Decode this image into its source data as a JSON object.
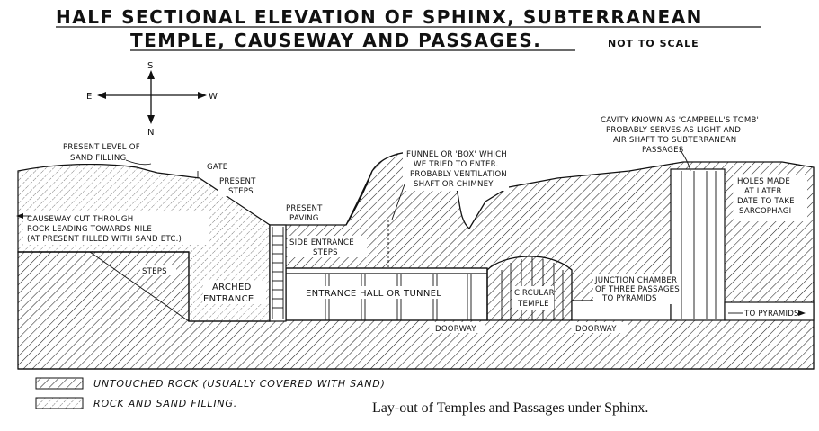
{
  "title": {
    "line1": "HALF SECTIONAL ELEVATION OF SPHINX, SUBTERRANEAN",
    "line2": "TEMPLE, CAUSEWAY AND PASSAGES.",
    "not_to_scale": "NOT TO SCALE"
  },
  "compass": {
    "n": "N",
    "s": "S",
    "e": "E",
    "w": "W"
  },
  "labels": {
    "present_level_1": "PRESENT LEVEL OF",
    "present_level_2": "SAND FILLING",
    "gate": "GATE",
    "present_steps_1": "PRESENT",
    "present_steps_2": "STEPS",
    "present_paving_1": "PRESENT",
    "present_paving_2": "PAVING",
    "funnel_1": "FUNNEL OR 'BOX' WHICH",
    "funnel_2": "WE TRIED TO ENTER.",
    "funnel_3": "PROBABLY VENTILATION",
    "funnel_4": "SHAFT OR CHIMNEY",
    "cavity_1": "CAVITY KNOWN AS 'CAMPBELL'S TOMB'",
    "cavity_2": "PROBABLY SERVES AS LIGHT AND",
    "cavity_3": "AIR SHAFT TO SUBTERRANEAN",
    "cavity_4": "PASSAGES",
    "holes_1": "HOLES MADE",
    "holes_2": "AT LATER",
    "holes_3": "DATE TO TAKE",
    "holes_4": "SARCOPHAGI",
    "causeway_1": "CAUSEWAY CUT THROUGH",
    "causeway_2": "ROCK LEADING TOWARDS NILE",
    "causeway_3": "(AT PRESENT FILLED WITH SAND ETC.)",
    "side_entrance_1": "SIDE ENTRANCE",
    "side_entrance_2": "STEPS",
    "steps": "STEPS",
    "arched_1": "ARCHED",
    "arched_2": "ENTRANCE",
    "entrance_hall": "ENTRANCE HALL OR TUNNEL",
    "circular_1": "CIRCULAR",
    "circular_2": "TEMPLE",
    "junction_1": "JUNCTION CHAMBER",
    "junction_2": "OF THREE PASSAGES",
    "junction_3": "TO PYRAMIDS",
    "to_pyramids": "TO PYRAMIDS",
    "doorway_1": "DOORWAY",
    "doorway_2": "DOORWAY"
  },
  "legend": {
    "rock": "UNTOUCHED ROCK (USUALLY COVERED WITH SAND)",
    "fill": "ROCK AND SAND FILLING."
  },
  "caption": "Lay-out of Temples and Passages under Sphinx."
}
